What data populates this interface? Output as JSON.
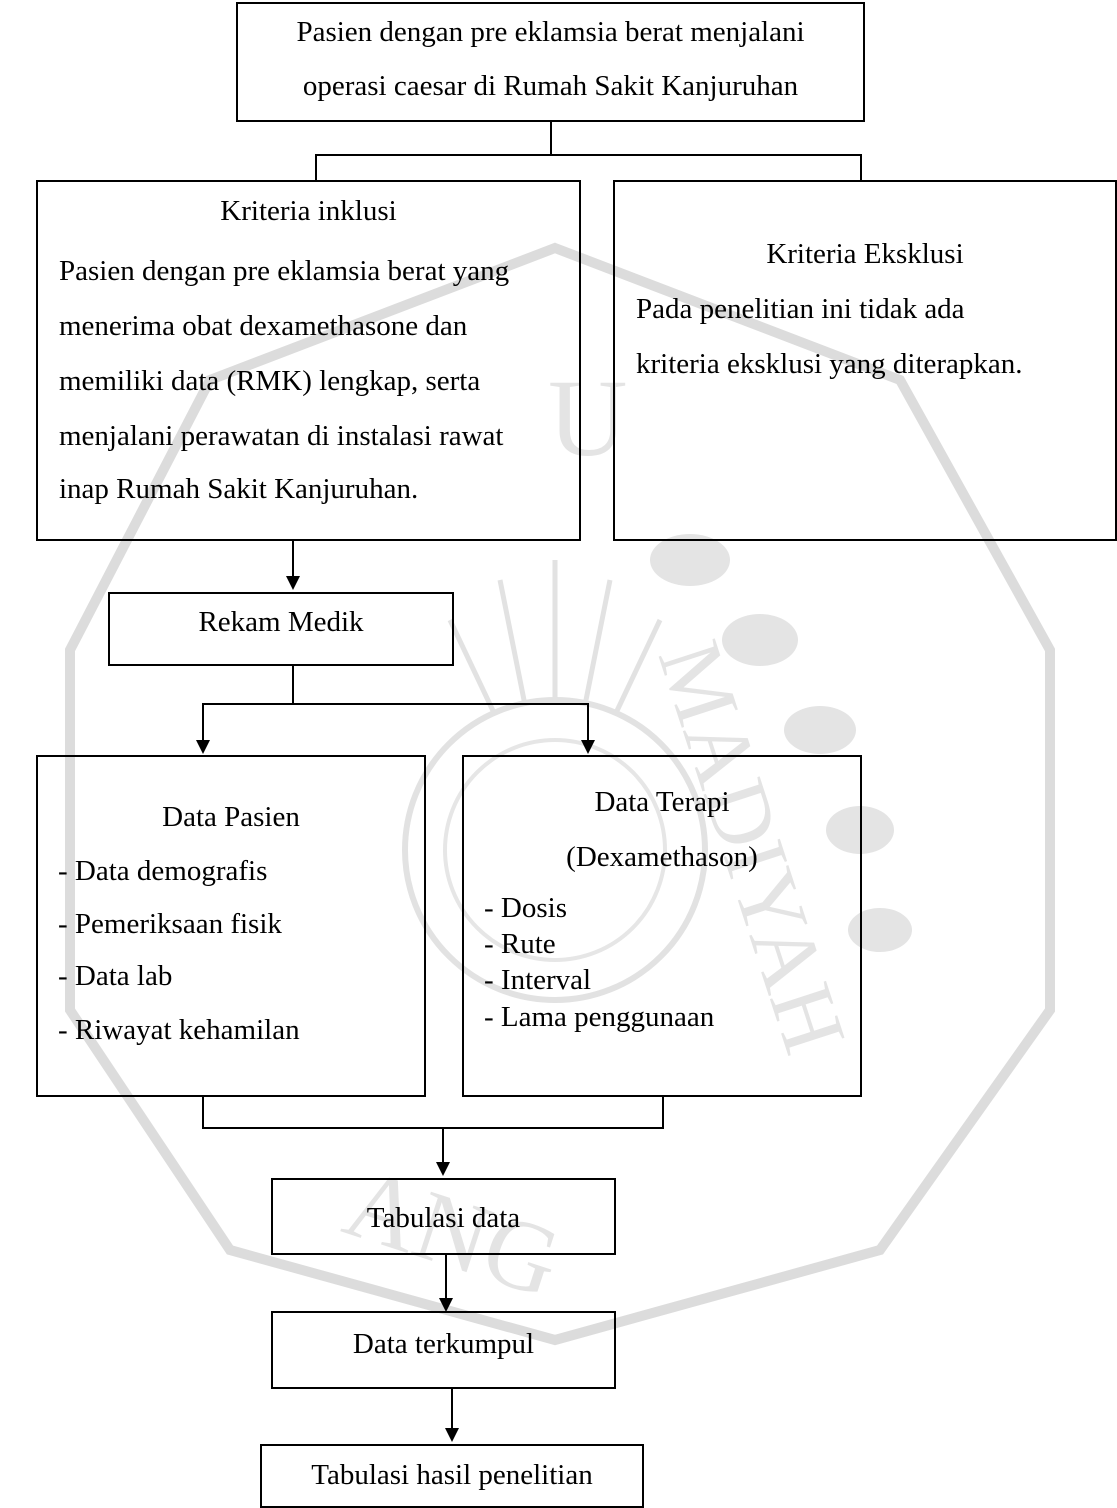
{
  "top_box": {
    "line1": "Pasien dengan pre eklamsia berat menjalani",
    "line2": "operasi caesar di Rumah Sakit Kanjuruhan"
  },
  "inclusion": {
    "title": "Kriteria inklusi",
    "lines": [
      "Pasien dengan pre eklamsia berat yang",
      "menerima obat dexamethasone dan",
      "memiliki data (RMK) lengkap, serta",
      "menjalani perawatan di instalasi rawat",
      "inap Rumah Sakit Kanjuruhan."
    ]
  },
  "exclusion": {
    "title": "Kriteria Eksklusi",
    "lines": [
      "Pada penelitian ini tidak ada",
      "kriteria eksklusi yang diterapkan."
    ]
  },
  "rekam_medik": "Rekam Medik",
  "data_pasien": {
    "title": "Data Pasien",
    "items": [
      "- Data demografis",
      "- Pemeriksaan fisik",
      "- Data lab",
      "- Riwayat kehamilan"
    ]
  },
  "data_terapi": {
    "title": "Data Terapi",
    "subtitle": "(Dexamethason)",
    "items": [
      "- Dosis",
      "- Rute",
      "- Interval",
      "- Lama penggunaan"
    ]
  },
  "tabulasi_data": "Tabulasi data",
  "data_terkumpul": "Data terkumpul",
  "tabulasi_hasil": "Tabulasi hasil penelitian",
  "watermark": {
    "text_top": "U",
    "text_right": "MADIYAH",
    "text_bottom": "ANG",
    "color": "#d8d8d8"
  }
}
